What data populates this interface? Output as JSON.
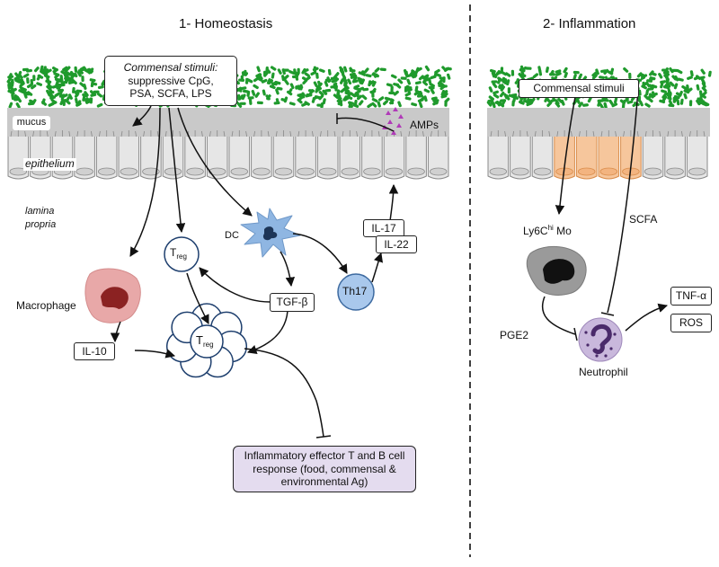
{
  "panels": {
    "homeostasis_title": "1- Homeostasis",
    "inflammation_title": "2- Inflammation"
  },
  "homeostasis": {
    "stimuli_heading": "Commensal stimuli:",
    "stimuli_list": "suppressive CpG, PSA, SCFA, LPS",
    "mucus": "mucus",
    "epithelium": "epithelium",
    "lamina_propria": "lamina propria",
    "amps": "AMPs",
    "dc": "DC",
    "treg_t": "T",
    "treg_sub": "reg",
    "macrophage": "Macrophage",
    "il10": "IL-10",
    "tgfb": "TGF-β",
    "th17": "Th17",
    "il17": "IL-17",
    "il22": "IL-22",
    "effector_box": "Inflammatory effector T and B cell response (food, commensal & environmental Ag)"
  },
  "inflammation": {
    "stimuli": "Commensal stimuli",
    "scfa": "SCFA",
    "ly6c_main": "Ly6C",
    "ly6c_sup": "hi",
    "ly6c_tail": " Mo",
    "pge2": "PGE2",
    "neutrophil": "Neutrophil",
    "tnf": "TNF-α",
    "ros": "ROS"
  },
  "colors": {
    "bacteria": "#1f9a2c",
    "mucus_band": "#c9c9c9",
    "epithelium": "#e6e6e6",
    "inflamed_epithelium": "#f6c69c",
    "macrophage": "#e8a8a8",
    "macrophage_nucleus": "#8b2222",
    "dc": "#8fb6e2",
    "th17": "#a9c8ec",
    "monocyte": "#9a9a9a",
    "neutrophil": "#c9b8dc",
    "amps": "#b03ab8",
    "effector_box": "#e4dcef"
  }
}
